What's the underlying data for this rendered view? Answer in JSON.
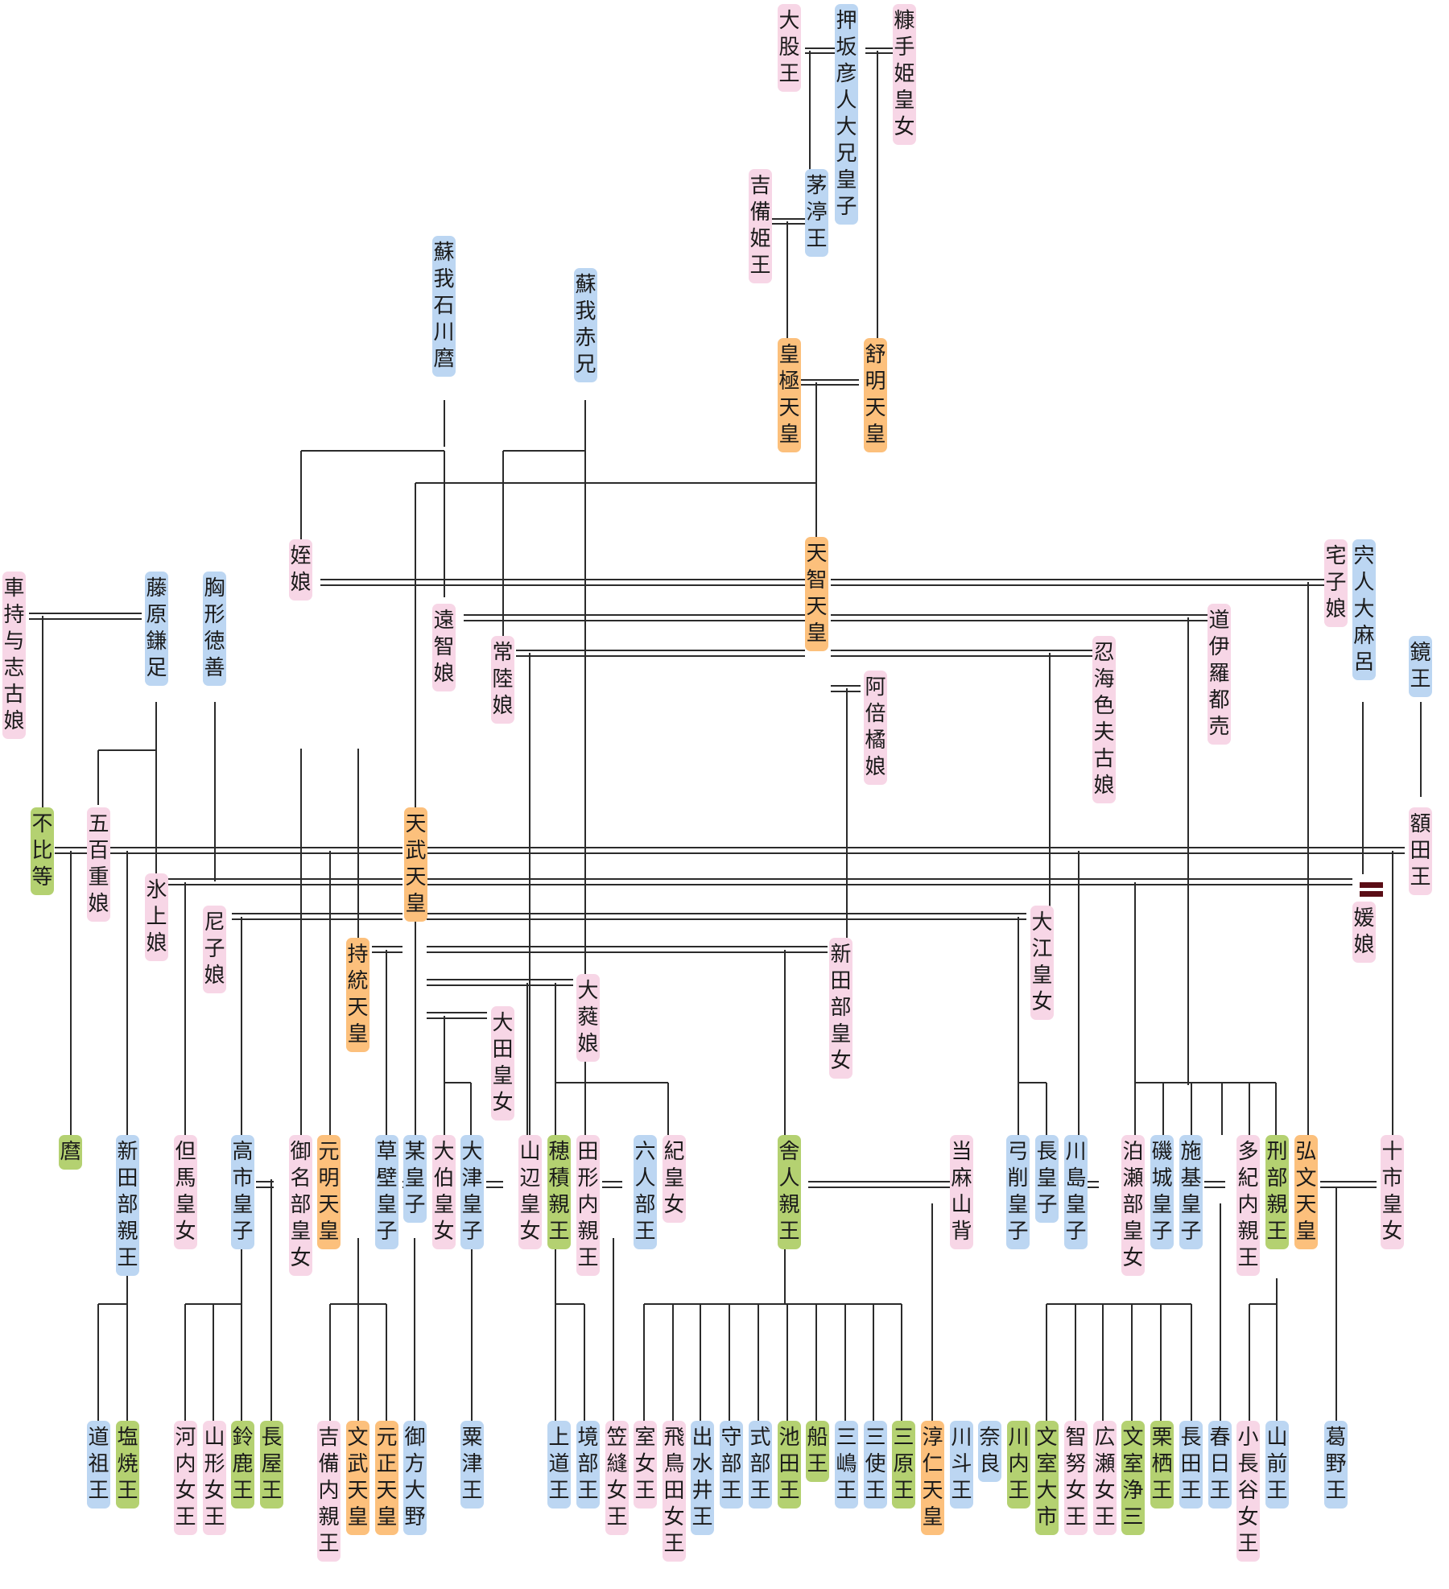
{
  "colors": {
    "female": "#f7d6e6",
    "male": "#bcd6f2",
    "emperor": "#fcc07c",
    "prince": "#b4d171",
    "line": "#2b2b2b",
    "mark": "#5a0d16"
  },
  "persons": {
    "oomata": {
      "name": "大股王",
      "color": "pink"
    },
    "oshisaka": {
      "name": "押坂彦人大兄皇子",
      "color": "blue"
    },
    "nukade": {
      "name": "糠手姫皇女",
      "color": "pink"
    },
    "kibi": {
      "name": "吉備姫王",
      "color": "pink"
    },
    "chinu": {
      "name": "茅渟王",
      "color": "blue"
    },
    "ishikawamaro": {
      "name": "蘇我石川麿",
      "color": "blue"
    },
    "akae": {
      "name": "蘇我赤兄",
      "color": "blue"
    },
    "kogyoku": {
      "name": "皇極天皇",
      "color": "orange"
    },
    "jomei": {
      "name": "舒明天皇",
      "color": "orange"
    },
    "tenji": {
      "name": "天智天皇",
      "color": "orange"
    },
    "mei": {
      "name": "姪娘",
      "color": "pink"
    },
    "ochi": {
      "name": "遠智娘",
      "color": "pink"
    },
    "hitachi": {
      "name": "常陸娘",
      "color": "pink"
    },
    "yakako": {
      "name": "宅子娘",
      "color": "pink"
    },
    "shishihito": {
      "name": "宍人大麻呂",
      "color": "blue"
    },
    "michinoiratsume": {
      "name": "道伊羅都売",
      "color": "pink"
    },
    "oshinumi": {
      "name": "忍海色夫古娘",
      "color": "pink"
    },
    "abe": {
      "name": "阿倍橘娘",
      "color": "pink"
    },
    "kagami": {
      "name": "鏡王",
      "color": "blue"
    },
    "kurumamochi": {
      "name": "車持与志古娘",
      "color": "pink"
    },
    "kamatari": {
      "name": "藤原鎌足",
      "color": "blue"
    },
    "munakata": {
      "name": "胸形徳善",
      "color": "blue"
    },
    "fuhito": {
      "name": "不比等",
      "color": "green"
    },
    "ioe": {
      "name": "五百重娘",
      "color": "pink"
    },
    "hikami": {
      "name": "氷上娘",
      "color": "pink"
    },
    "amako": {
      "name": "尼子娘",
      "color": "pink"
    },
    "tenmu": {
      "name": "天武天皇",
      "color": "orange"
    },
    "jito": {
      "name": "持統天皇",
      "color": "orange"
    },
    "oota": {
      "name": "大田皇女",
      "color": "pink"
    },
    "onu": {
      "name": "大蕤娘",
      "color": "pink"
    },
    "niitabe_kojo": {
      "name": "新田部皇女",
      "color": "pink"
    },
    "oe": {
      "name": "大江皇女",
      "color": "pink"
    },
    "nukata": {
      "name": "額田王",
      "color": "pink"
    },
    "kaeni": {
      "name": "媛娘",
      "color": "pink"
    },
    "maro": {
      "name": "麿",
      "color": "green"
    },
    "niitabe_shinno": {
      "name": "新田部親王",
      "color": "blue"
    },
    "tajima": {
      "name": "但馬皇女",
      "color": "pink"
    },
    "takechi": {
      "name": "高市皇子",
      "color": "blue"
    },
    "minabe": {
      "name": "御名部皇女",
      "color": "pink"
    },
    "genmei": {
      "name": "元明天皇",
      "color": "orange"
    },
    "kusakabe": {
      "name": "草壁皇子",
      "color": "blue"
    },
    "bo": {
      "name": "某皇子",
      "color": "blue"
    },
    "ooku": {
      "name": "大伯皇女",
      "color": "pink"
    },
    "otsu": {
      "name": "大津皇子",
      "color": "blue"
    },
    "yamanobe": {
      "name": "山辺皇女",
      "color": "pink"
    },
    "hozumi": {
      "name": "穂積親王",
      "color": "green"
    },
    "takata": {
      "name": "田形内親王",
      "color": "pink"
    },
    "toneri_no": {
      "name": "六人部王",
      "color": "blue"
    },
    "ki": {
      "name": "紀皇女",
      "color": "pink"
    },
    "toneri": {
      "name": "舎人親王",
      "color": "green"
    },
    "taima": {
      "name": "当麻山背",
      "color": "pink"
    },
    "yuge": {
      "name": "弓削皇子",
      "color": "blue"
    },
    "naga": {
      "name": "長皇子",
      "color": "blue"
    },
    "kawashima": {
      "name": "川島皇子",
      "color": "blue"
    },
    "hatsusebe": {
      "name": "泊瀬部皇女",
      "color": "pink"
    },
    "shiki_m": {
      "name": "磯城皇子",
      "color": "blue"
    },
    "shiki": {
      "name": "施基皇子",
      "color": "blue"
    },
    "takinaimo": {
      "name": "多紀内親王",
      "color": "pink"
    },
    "osakabe": {
      "name": "刑部親王",
      "color": "green"
    },
    "kobun": {
      "name": "弘文天皇",
      "color": "orange"
    },
    "tochi": {
      "name": "十市皇女",
      "color": "pink"
    },
    "doso": {
      "name": "道祖王",
      "color": "blue"
    },
    "shioyaki": {
      "name": "塩焼王",
      "color": "green"
    },
    "kawachi": {
      "name": "河内女王",
      "color": "pink"
    },
    "yamagata": {
      "name": "山形女王",
      "color": "pink"
    },
    "suzuka": {
      "name": "鈴鹿王",
      "color": "green"
    },
    "nagaya": {
      "name": "長屋王",
      "color": "green"
    },
    "kibi_naishinno": {
      "name": "吉備内親王",
      "color": "pink"
    },
    "monmu": {
      "name": "文武天皇",
      "color": "orange"
    },
    "gensho": {
      "name": "元正天皇",
      "color": "orange"
    },
    "mikata": {
      "name": "御方大野",
      "color": "blue"
    },
    "awazu": {
      "name": "粟津王",
      "color": "blue"
    },
    "kamitsumichi": {
      "name": "上道王",
      "color": "blue"
    },
    "sakaibe": {
      "name": "境部王",
      "color": "blue"
    },
    "kasanui": {
      "name": "笠縫女王",
      "color": "pink"
    },
    "muro": {
      "name": "室女王",
      "color": "pink"
    },
    "asukata": {
      "name": "飛鳥田女王",
      "color": "pink"
    },
    "izumii": {
      "name": "出水井王",
      "color": "blue"
    },
    "moribe": {
      "name": "守部王",
      "color": "blue"
    },
    "shikibe": {
      "name": "式部王",
      "color": "blue"
    },
    "ikeda": {
      "name": "池田王",
      "color": "green"
    },
    "funa": {
      "name": "船王",
      "color": "green"
    },
    "mishima": {
      "name": "三嶋王",
      "color": "blue"
    },
    "mitsukai": {
      "name": "三使王",
      "color": "blue"
    },
    "mihara": {
      "name": "三原王",
      "color": "green"
    },
    "junnin": {
      "name": "淳仁天皇",
      "color": "orange"
    },
    "kawakami": {
      "name": "川斗王",
      "color": "blue"
    },
    "nara": {
      "name": "奈良",
      "color": "blue"
    },
    "kawachi_o": {
      "name": "川内王",
      "color": "green"
    },
    "bunshitsu_oochi": {
      "name": "文室大市",
      "color": "green"
    },
    "chinu_jo": {
      "name": "智努女王",
      "color": "pink"
    },
    "hirose": {
      "name": "広瀬女王",
      "color": "pink"
    },
    "bunshitsu_kiyomi": {
      "name": "文室浄三",
      "color": "green"
    },
    "kurusu": {
      "name": "栗栖王",
      "color": "green"
    },
    "nagata": {
      "name": "長田王",
      "color": "blue"
    },
    "kasuga": {
      "name": "春日王",
      "color": "blue"
    },
    "ohatsuse": {
      "name": "小長谷女王",
      "color": "pink"
    },
    "yamasaki": {
      "name": "山前王",
      "color": "blue"
    },
    "kadono": {
      "name": "葛野王",
      "color": "blue"
    }
  }
}
